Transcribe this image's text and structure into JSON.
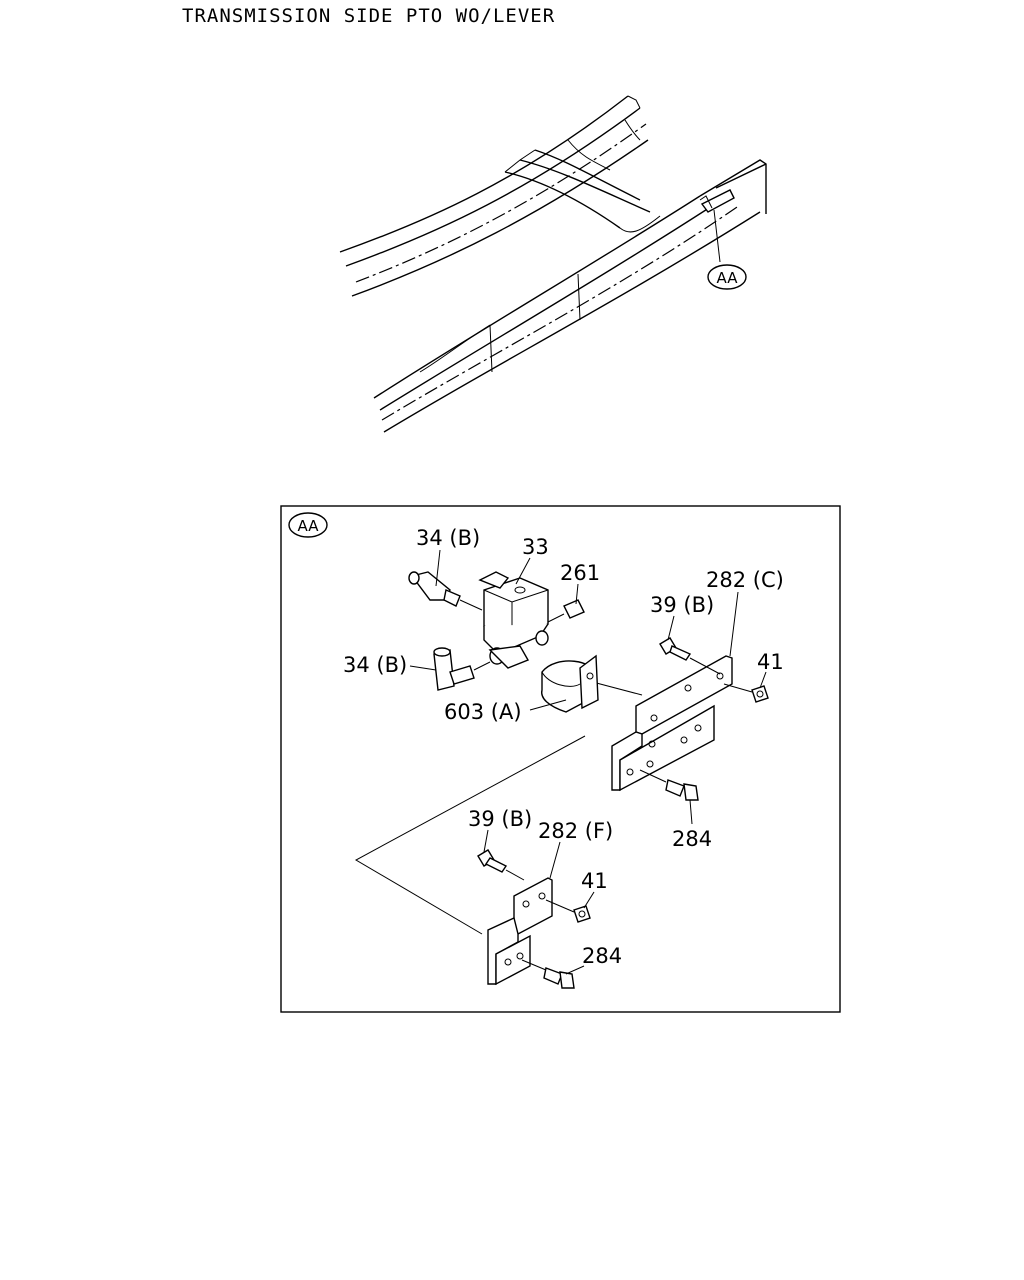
{
  "title": "TRANSMISSION SIDE PTO WO/LEVER",
  "detail_ref": "AA",
  "detail_box_ref": "AA",
  "parts": {
    "p34b_top": "34 (B)",
    "p33": "33",
    "p261": "261",
    "p34b_left": "34 (B)",
    "p603a": "603 (A)",
    "p282c": "282 (C)",
    "p39b_top": "39 (B)",
    "p41_top": "41",
    "p284_top": "284",
    "p39b_bottom": "39 (B)",
    "p282f": "282 (F)",
    "p41_bottom": "41",
    "p284_bottom": "284"
  }
}
